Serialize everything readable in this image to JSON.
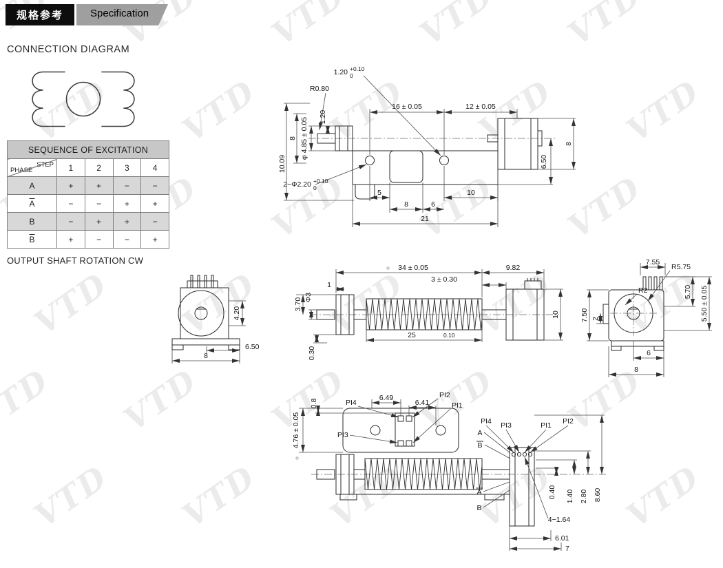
{
  "watermark": {
    "text": "VTD"
  },
  "header": {
    "title_cn": "规格参考",
    "title_en": "Specification"
  },
  "connection": {
    "title": "CONNECTION DIAGRAM"
  },
  "excitation": {
    "title": "SEQUENCE OF EXCITATION",
    "step_label": "STEP",
    "phase_label": "PHASE",
    "steps": [
      "1",
      "2",
      "3",
      "4"
    ],
    "rows": [
      {
        "phase": "A",
        "values": [
          "+",
          "+",
          "−",
          "−"
        ]
      },
      {
        "phase": "A",
        "values": [
          "−",
          "−",
          "+",
          "+"
        ]
      },
      {
        "phase": "B",
        "values": [
          "−",
          "+",
          "+",
          "−"
        ]
      },
      {
        "phase": "B",
        "values": [
          "+",
          "−",
          "−",
          "+"
        ]
      }
    ],
    "footer": "OUTPUT SHAFT ROTATION CW"
  },
  "dims": {
    "top": {
      "lead": "1.20",
      "lead_tol_up": "+0.10",
      "lead_tol_dn": "0",
      "r_tip": "R0.80",
      "hole_span": "16 ± 0.05",
      "motor_span": "12 ± 0.05",
      "shaft_dia": "φ 4.85 ± 0.05",
      "h8": "8",
      "h120": "1.20",
      "h1009": "10.09",
      "holes": "2−Φ2.20",
      "holes_tol_up": "+0.10",
      "holes_tol_dn": "0",
      "w5": "5",
      "w8": "8",
      "w6": "6",
      "w10": "10",
      "w21": "21",
      "h650": "6.50",
      "hm8": "8"
    },
    "front": {
      "h420": "4.20",
      "w650": "6.50",
      "w8": "8"
    },
    "side": {
      "circ": "○",
      "len34": "34 ± 0.05",
      "w982": "9.82",
      "h370": "3.70",
      "dia3": "Φ3",
      "w1": "1",
      "w3": "3 ± 0.30",
      "w25": "25",
      "tol010": "0.10",
      "h030": "0.30",
      "h10": "10"
    },
    "end": {
      "r575": "R5.75",
      "r2": "R2",
      "w755": "7.55",
      "h570": "5.70",
      "h550": "5.50 ± 0.05",
      "h750": "7.50",
      "h2": "2",
      "w6": "6",
      "w8": "8"
    },
    "bottom": {
      "circ": "○",
      "h476": "4.76 ± 0.05",
      "h08": "0.8",
      "pi4": "PI4",
      "pi3": "PI3",
      "pi2": "PI2",
      "pi1": "PI1",
      "w649": "6.49",
      "w641": "6.41",
      "pi4b": "PI4",
      "pi3b": "PI3",
      "pi1b": "PI1",
      "pi2b": "PI2",
      "a1": "A",
      "b1": "B",
      "a2": "A",
      "b2": "B",
      "h040": "0.40",
      "h140": "1.40",
      "h280": "2.80",
      "h860": "8.60",
      "holes": "4−1.64",
      "w601": "6.01",
      "w7": "7"
    }
  }
}
